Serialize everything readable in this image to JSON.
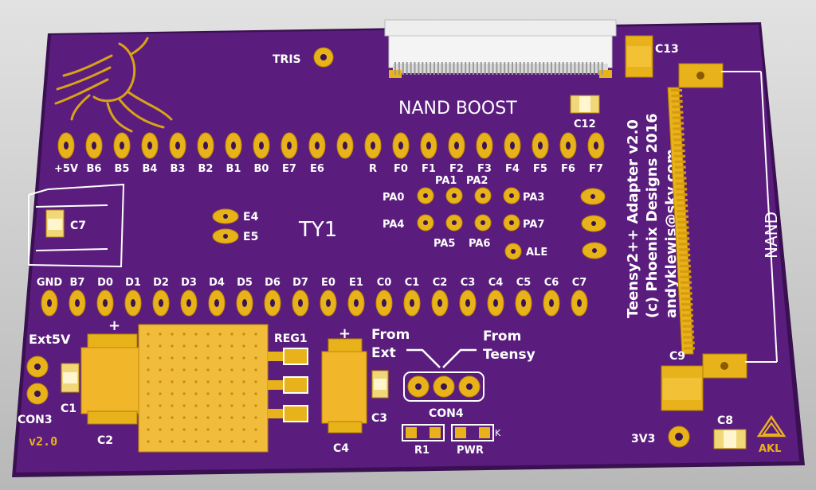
{
  "board": {
    "colors": {
      "board": "#5a1d7e",
      "board_edge": "#3f1259",
      "silk": "#ffffff",
      "copper": "#e8b21a",
      "smd_pad": "#f0d87a"
    },
    "labels": {
      "tris": "TRIS",
      "c13": "C13",
      "nand_boost": "NAND BOOST",
      "c12": "C12",
      "title_line1": "Teensy2++ Adapter v2.0",
      "title_line2": "(c) Phoenix Designs 2016",
      "title_line3": "andyklewis@sky.com",
      "nand": "NAND",
      "ty1": "TY1",
      "c7": "C7",
      "e4": "E4",
      "e5": "E5",
      "pa1": "PA1",
      "pa2": "PA2",
      "pa0": "PA0",
      "pa3": "PA3",
      "pa4": "PA4",
      "pa7": "PA7",
      "pa5": "PA5",
      "pa6": "PA6",
      "ale": "ALE",
      "ext5v": "Ext5V",
      "plus1": "+",
      "plus2": "+",
      "reg1": "REG1",
      "from_ext_1": "From",
      "from_ext_2": "Ext",
      "from_teensy_1": "From",
      "from_teensy_2": "Teensy",
      "c1": "C1",
      "c2": "C2",
      "c3": "C3",
      "c4": "C4",
      "c8": "C8",
      "c9": "C9",
      "con3": "CON3",
      "con4": "CON4",
      "version": "v2.0",
      "r1": "R1",
      "pwr": "PWR",
      "k": "K",
      "v3v3": "3V3",
      "akl": "AKL"
    },
    "top_pins": [
      "+5V",
      "B6",
      "B5",
      "B4",
      "B3",
      "B2",
      "B1",
      "B0",
      "E7",
      "E6",
      "",
      "R",
      "F0",
      "F1",
      "F2",
      "F3",
      "F4",
      "F5",
      "F6",
      "F7"
    ],
    "bottom_pins": [
      "GND",
      "B7",
      "D0",
      "D1",
      "D2",
      "D3",
      "D4",
      "D5",
      "D6",
      "D7",
      "E0",
      "E1",
      "C0",
      "C1",
      "C2",
      "C3",
      "C4",
      "C5",
      "C6",
      "C7"
    ]
  }
}
